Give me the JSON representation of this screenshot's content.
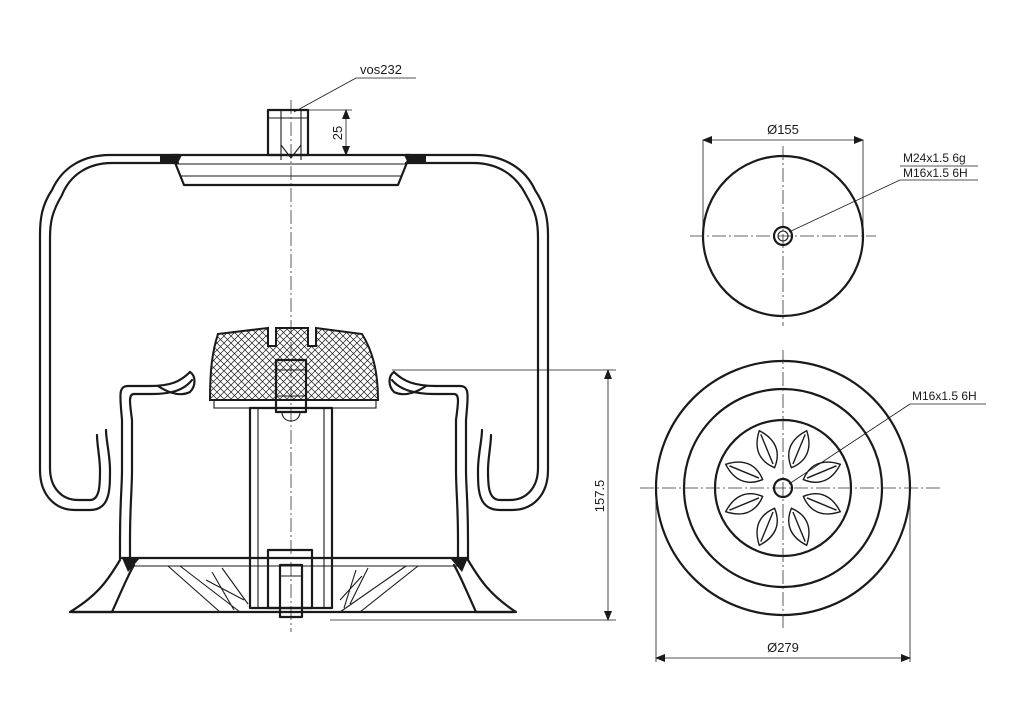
{
  "part_code": "vos232",
  "dims": {
    "stud_height": "25",
    "total_height": "157.5",
    "top_diameter": "Ø155",
    "bottom_diameter": "Ø279"
  },
  "threads": {
    "top_outer": "M24x1.5 6g",
    "top_inner": "M16x1.5 6H",
    "bottom": "M16x1.5 6H"
  },
  "colors": {
    "line": "#1a1a1a",
    "background": "#ffffff"
  }
}
